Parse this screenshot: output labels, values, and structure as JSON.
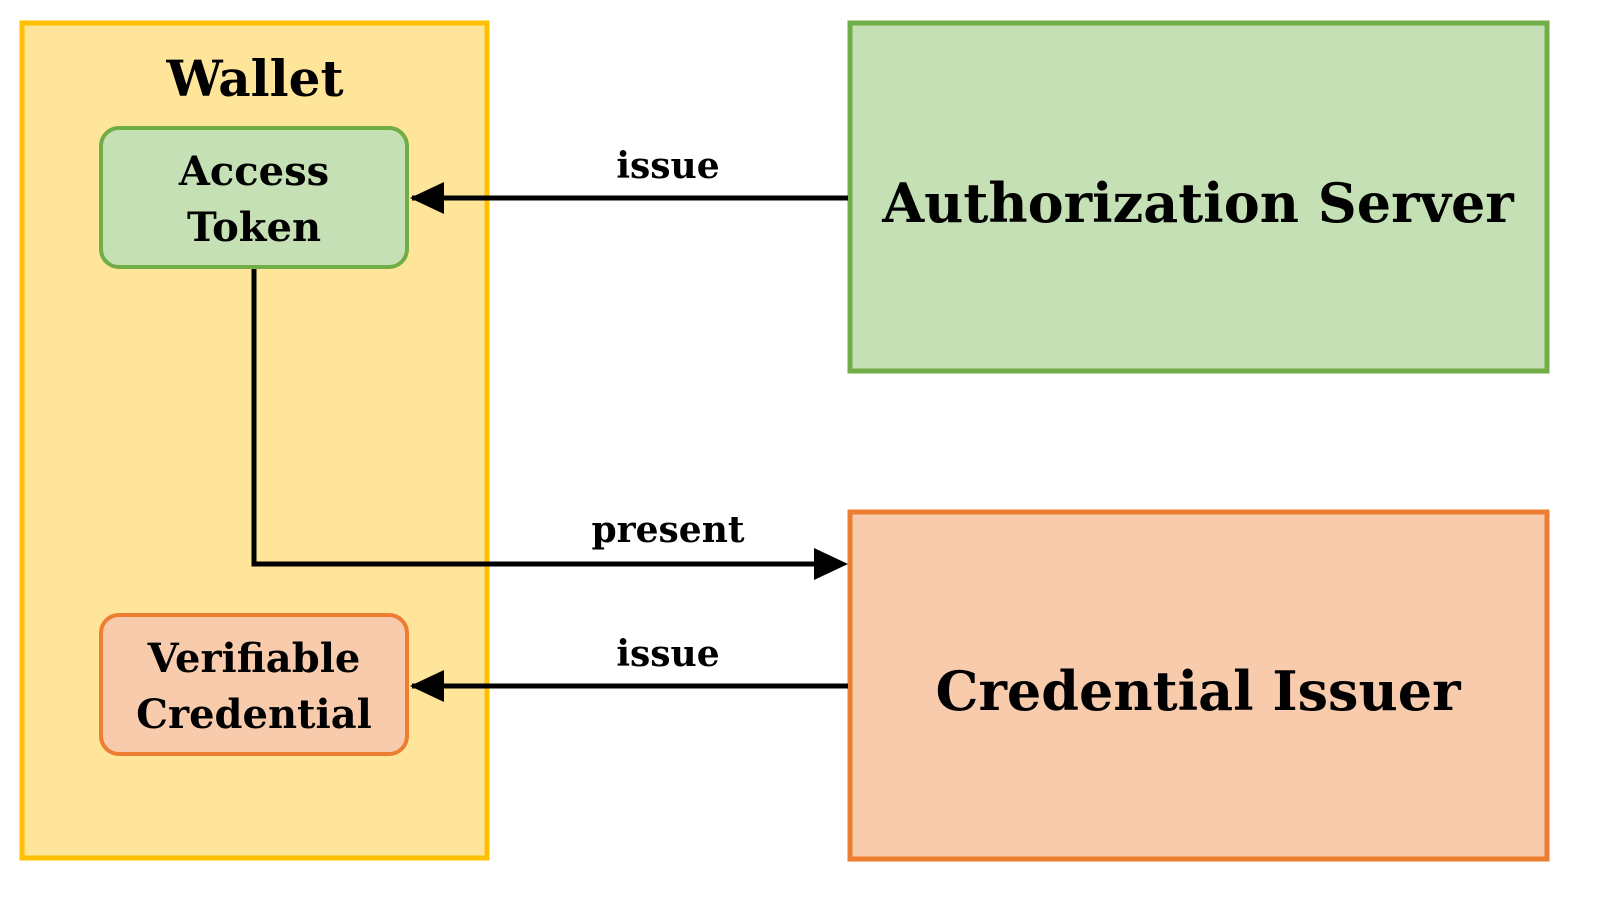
{
  "wallet": {
    "title": "Wallet",
    "fill": "#fee599",
    "stroke": "#ffc000"
  },
  "access_token": {
    "line1": "Access",
    "line2": "Token",
    "fill": "#c5e0b4",
    "stroke": "#70ad47"
  },
  "verifiable_credential": {
    "line1": "Verifiable",
    "line2": "Credential",
    "fill": "#f8cbad",
    "stroke": "#ed7d31"
  },
  "authorization_server": {
    "label": "Authorization Server",
    "fill": "#c5e0b4",
    "stroke": "#70ad47"
  },
  "credential_issuer": {
    "label": "Credential Issuer",
    "fill": "#f8cbad",
    "stroke": "#ed7d31"
  },
  "edges": {
    "issue_token": "issue",
    "present": "present",
    "issue_credential": "issue"
  }
}
